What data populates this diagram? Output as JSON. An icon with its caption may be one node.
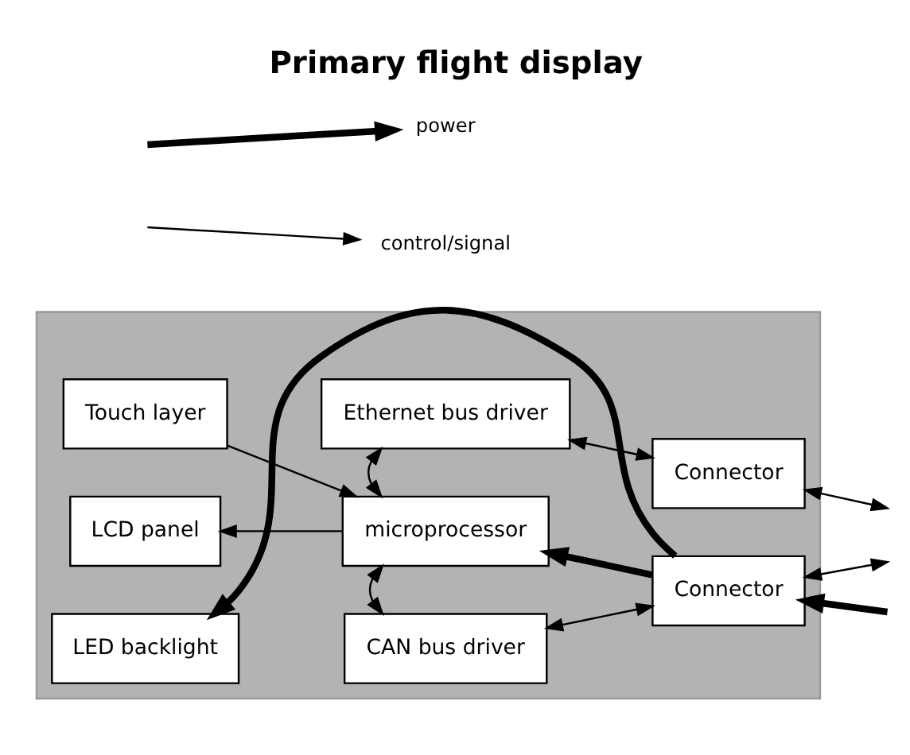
{
  "diagram": {
    "title": "Primary flight display",
    "nodes": [
      {
        "text": [],
        "shape": "box"
      },
      {
        "text": [
          "Ethernet bus driver"
        ],
        "in": 0
      },
      {
        "text": [
          "Connector"
        ],
        "in": 0
      },
      {
        "text": [
          "Touch layer"
        ],
        "in": 0
      },
      {
        "text": [
          "microprocessor"
        ],
        "in": 0
      },
      {
        "text": [
          "LCD panel"
        ],
        "in": 0
      },
      {
        "text": [
          "LED backlight"
        ],
        "in": 0
      },
      {
        "text": [
          "CAN bus driver"
        ],
        "in": 0
      },
      {
        "text": [
          "Connector"
        ],
        "in": 0
      }
    ],
    "edges": [
      {
        "from": 1,
        "to": 2,
        "arrow": "both"
      },
      {
        "from": 1,
        "to": 4,
        "arrow": "both"
      },
      {
        "from": 3,
        "to": 4,
        "arrow": "to"
      },
      {
        "from": 4,
        "to": 5,
        "arrow": "to"
      },
      {
        "from": 4,
        "to": 7,
        "arrow": "both"
      },
      {
        "from": 7,
        "to": 8,
        "arrow": "both"
      },
      {
        "from": 8,
        "to": 4,
        "arrow": "to",
        "style": "thick"
      },
      {
        "from": 8,
        "to": 6,
        "arrow": "to",
        "style": "thick"
      },
      {
        "from": 2,
        "to": null,
        "arrow": "both"
      },
      {
        "from": null,
        "to": 8,
        "arrow": "to",
        "style": "thick"
      },
      {
        "from": 8,
        "to": null,
        "arrow": "both"
      }
    ],
    "legend": [
      {
        "text": "power"
      },
      {
        "text": "control/signal"
      }
    ]
  }
}
